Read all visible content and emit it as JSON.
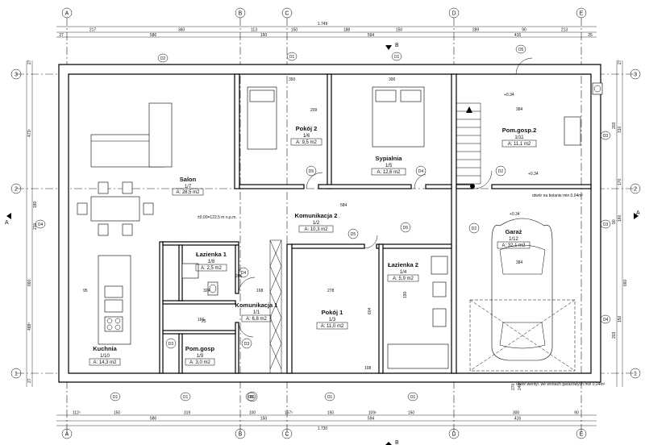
{
  "axes": {
    "vertical": [
      "A",
      "B",
      "C",
      "D",
      "E"
    ],
    "horizontal": [
      "1",
      "2",
      "3"
    ]
  },
  "section_marks": [
    "A",
    "A",
    "B",
    "B"
  ],
  "dimensions": {
    "top_total": "1.749",
    "top_row1": [
      "217",
      "360",
      "113",
      "150",
      "188",
      "150",
      "289",
      "90",
      "213"
    ],
    "top_row2": [
      "27",
      "586",
      "150",
      "594",
      "416",
      "25"
    ],
    "bottom_total": "1.730",
    "bottom_row1": [
      "112⁵",
      "150",
      "319",
      "100",
      "157⁵",
      "150",
      "109⁵",
      "150",
      "300",
      "90"
    ],
    "bottom_row2": [
      "586",
      "150",
      "594",
      "416"
    ],
    "left": [
      "27",
      "473⁵",
      "180",
      "210",
      "660",
      "488⁵",
      "27"
    ],
    "right": [
      "27",
      "310",
      "170",
      "203",
      "90",
      "160",
      "660",
      "150",
      "203"
    ],
    "misc": [
      "±0.00=122.5 m n.p.m.",
      "+0.34",
      "+0.34",
      "+0.34",
      "584",
      "384",
      "384",
      "278",
      "324",
      "604",
      "168",
      "190",
      "166",
      "95",
      "25",
      "209",
      "205",
      "108",
      "350",
      "300",
      "270",
      "240"
    ]
  },
  "rooms": [
    {
      "name": "Salon",
      "number": "1/7",
      "area": "A: 28,5 m2"
    },
    {
      "name": "Pokój 2",
      "number": "1/6",
      "area": "A: 9,5 m2"
    },
    {
      "name": "Sypialnia",
      "number": "1/5",
      "area": "A: 12,6 m2"
    },
    {
      "name": "Pom.gosp.2",
      "number": "1/11",
      "area": "A: 11,1 m2"
    },
    {
      "name": "Komunikacja 2",
      "number": "1/2",
      "area": "A: 10,3 m2"
    },
    {
      "name": "Łazienka 1",
      "number": "1/8",
      "area": "A: 2,5 m2"
    },
    {
      "name": "Łazienka 2",
      "number": "1/4",
      "area": "A: 5,9 m2"
    },
    {
      "name": "Komunikacja 1",
      "number": "1/1",
      "area": "A: 6,8 m2"
    },
    {
      "name": "Pokój 1",
      "number": "1/3",
      "area": "A: 11,0 m2"
    },
    {
      "name": "Kuchnia",
      "number": "1/10",
      "area": "A: 14,3 m2"
    },
    {
      "name": "Pom.gosp",
      "number": "1/9",
      "area": "A: 3,0 m2"
    },
    {
      "name": "Garaż",
      "number": "1/12",
      "area": "A: 32,1 m2"
    }
  ],
  "doors": [
    "D5",
    "D4",
    "D4",
    "D5",
    "D2",
    "D6",
    "D3",
    "D3",
    "D2",
    "D1"
  ],
  "windows": [
    "O1",
    "O1",
    "O1",
    "O1",
    "O1",
    "O1",
    "O2",
    "O3",
    "O3",
    "O4",
    "O4",
    "O5",
    "O5"
  ],
  "notes": [
    "otwór na bolanie min 0,04m²",
    "otwór wentyl. we wrotach garażowych min 0,04m²"
  ]
}
